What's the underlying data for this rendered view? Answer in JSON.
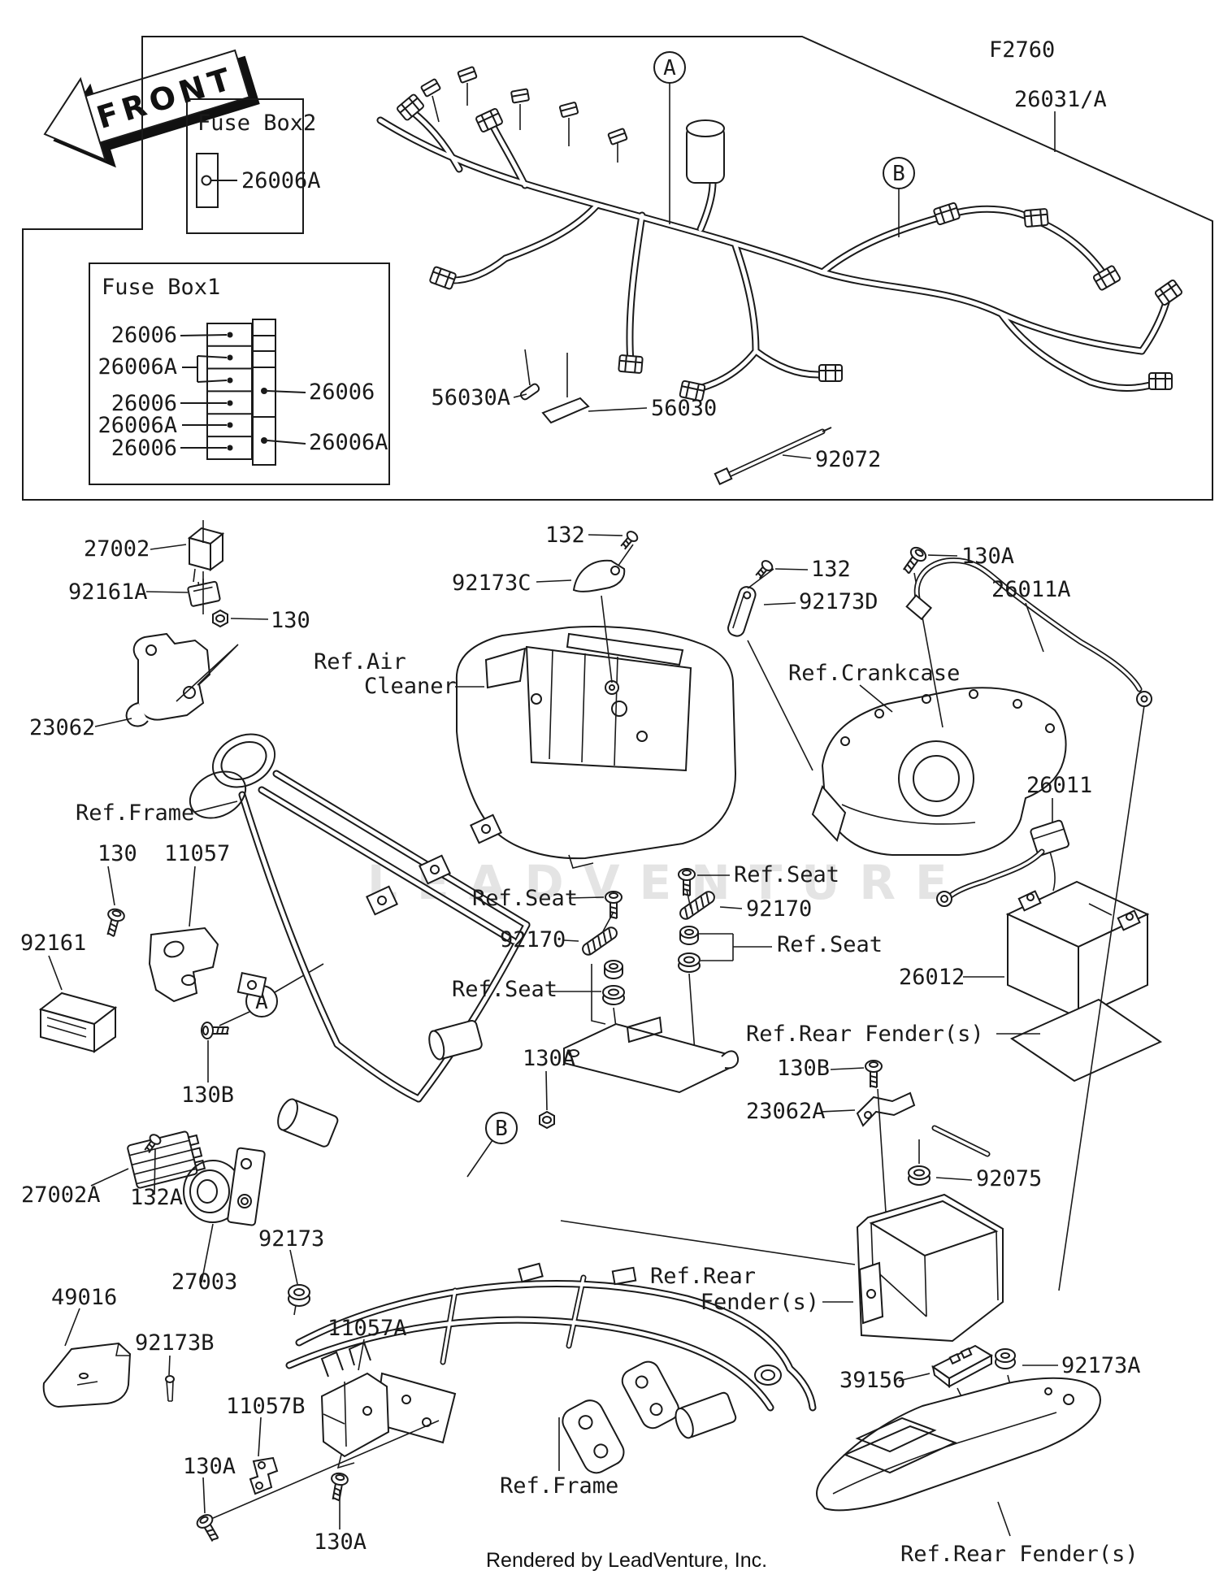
{
  "diagram": {
    "code": "F2760",
    "front_label": "FRONT",
    "watermark": "LEADVENTURE",
    "credit": "Rendered by LeadVenture, Inc."
  },
  "fuse_box2": {
    "title": "Fuse Box2",
    "part": "26006A"
  },
  "fuse_box1": {
    "title": "Fuse Box1",
    "left_parts": [
      "26006",
      "26006A",
      "26006",
      "26006A",
      "26006"
    ],
    "right_parts": [
      "26006",
      "26006A"
    ]
  },
  "markers": {
    "a": "A",
    "b": "B"
  },
  "callouts": {
    "harness": "26031/A",
    "c56030a": "56030A",
    "c56030": "56030",
    "c92072": "92072",
    "c27002": "27002",
    "c92161a": "92161A",
    "c130": "130",
    "c23062": "23062",
    "c132_air": "132",
    "c92173c": "92173C",
    "c132_crank": "132",
    "c92173d": "92173D",
    "c130a_top": "130A",
    "c26011a": "26011A",
    "c26011": "26011",
    "c26012": "26012",
    "c92170_left": "92170",
    "c92170_right": "92170",
    "c130_frame": "130",
    "c11057": "11057",
    "c92161": "92161",
    "c130b_left": "130B",
    "c130a_mid": "130A",
    "c130b_right": "130B",
    "c23062a": "23062A",
    "c92075": "92075",
    "c27002a": "27002A",
    "c132a": "132A",
    "c27003": "27003",
    "c92173": "92173",
    "c49016": "49016",
    "c92173b": "92173B",
    "c11057a": "11057A",
    "c11057b": "11057B",
    "c130a_bottom_left": "130A",
    "c130a_bottom_mid": "130A",
    "c39156": "39156",
    "c92173a": "92173A"
  },
  "refs": {
    "air_cleaner_line1": "Ref.Air",
    "air_cleaner_line2": "Cleaner",
    "crankcase": "Ref.Crankcase",
    "frame_left": "Ref.Frame",
    "frame_bottom": "Ref.Frame",
    "seat_left": "Ref.Seat",
    "seat_right_top": "Ref.Seat",
    "seat_right_mid": "Ref.Seat",
    "seat_left_bottom": "Ref.Seat",
    "rear_fender_battery": "Ref.Rear Fender(s)",
    "rear_fender_box_line1": "Ref.Rear",
    "rear_fender_box_line2": "Fender(s)",
    "rear_fender_bottom": "Ref.Rear Fender(s)"
  }
}
